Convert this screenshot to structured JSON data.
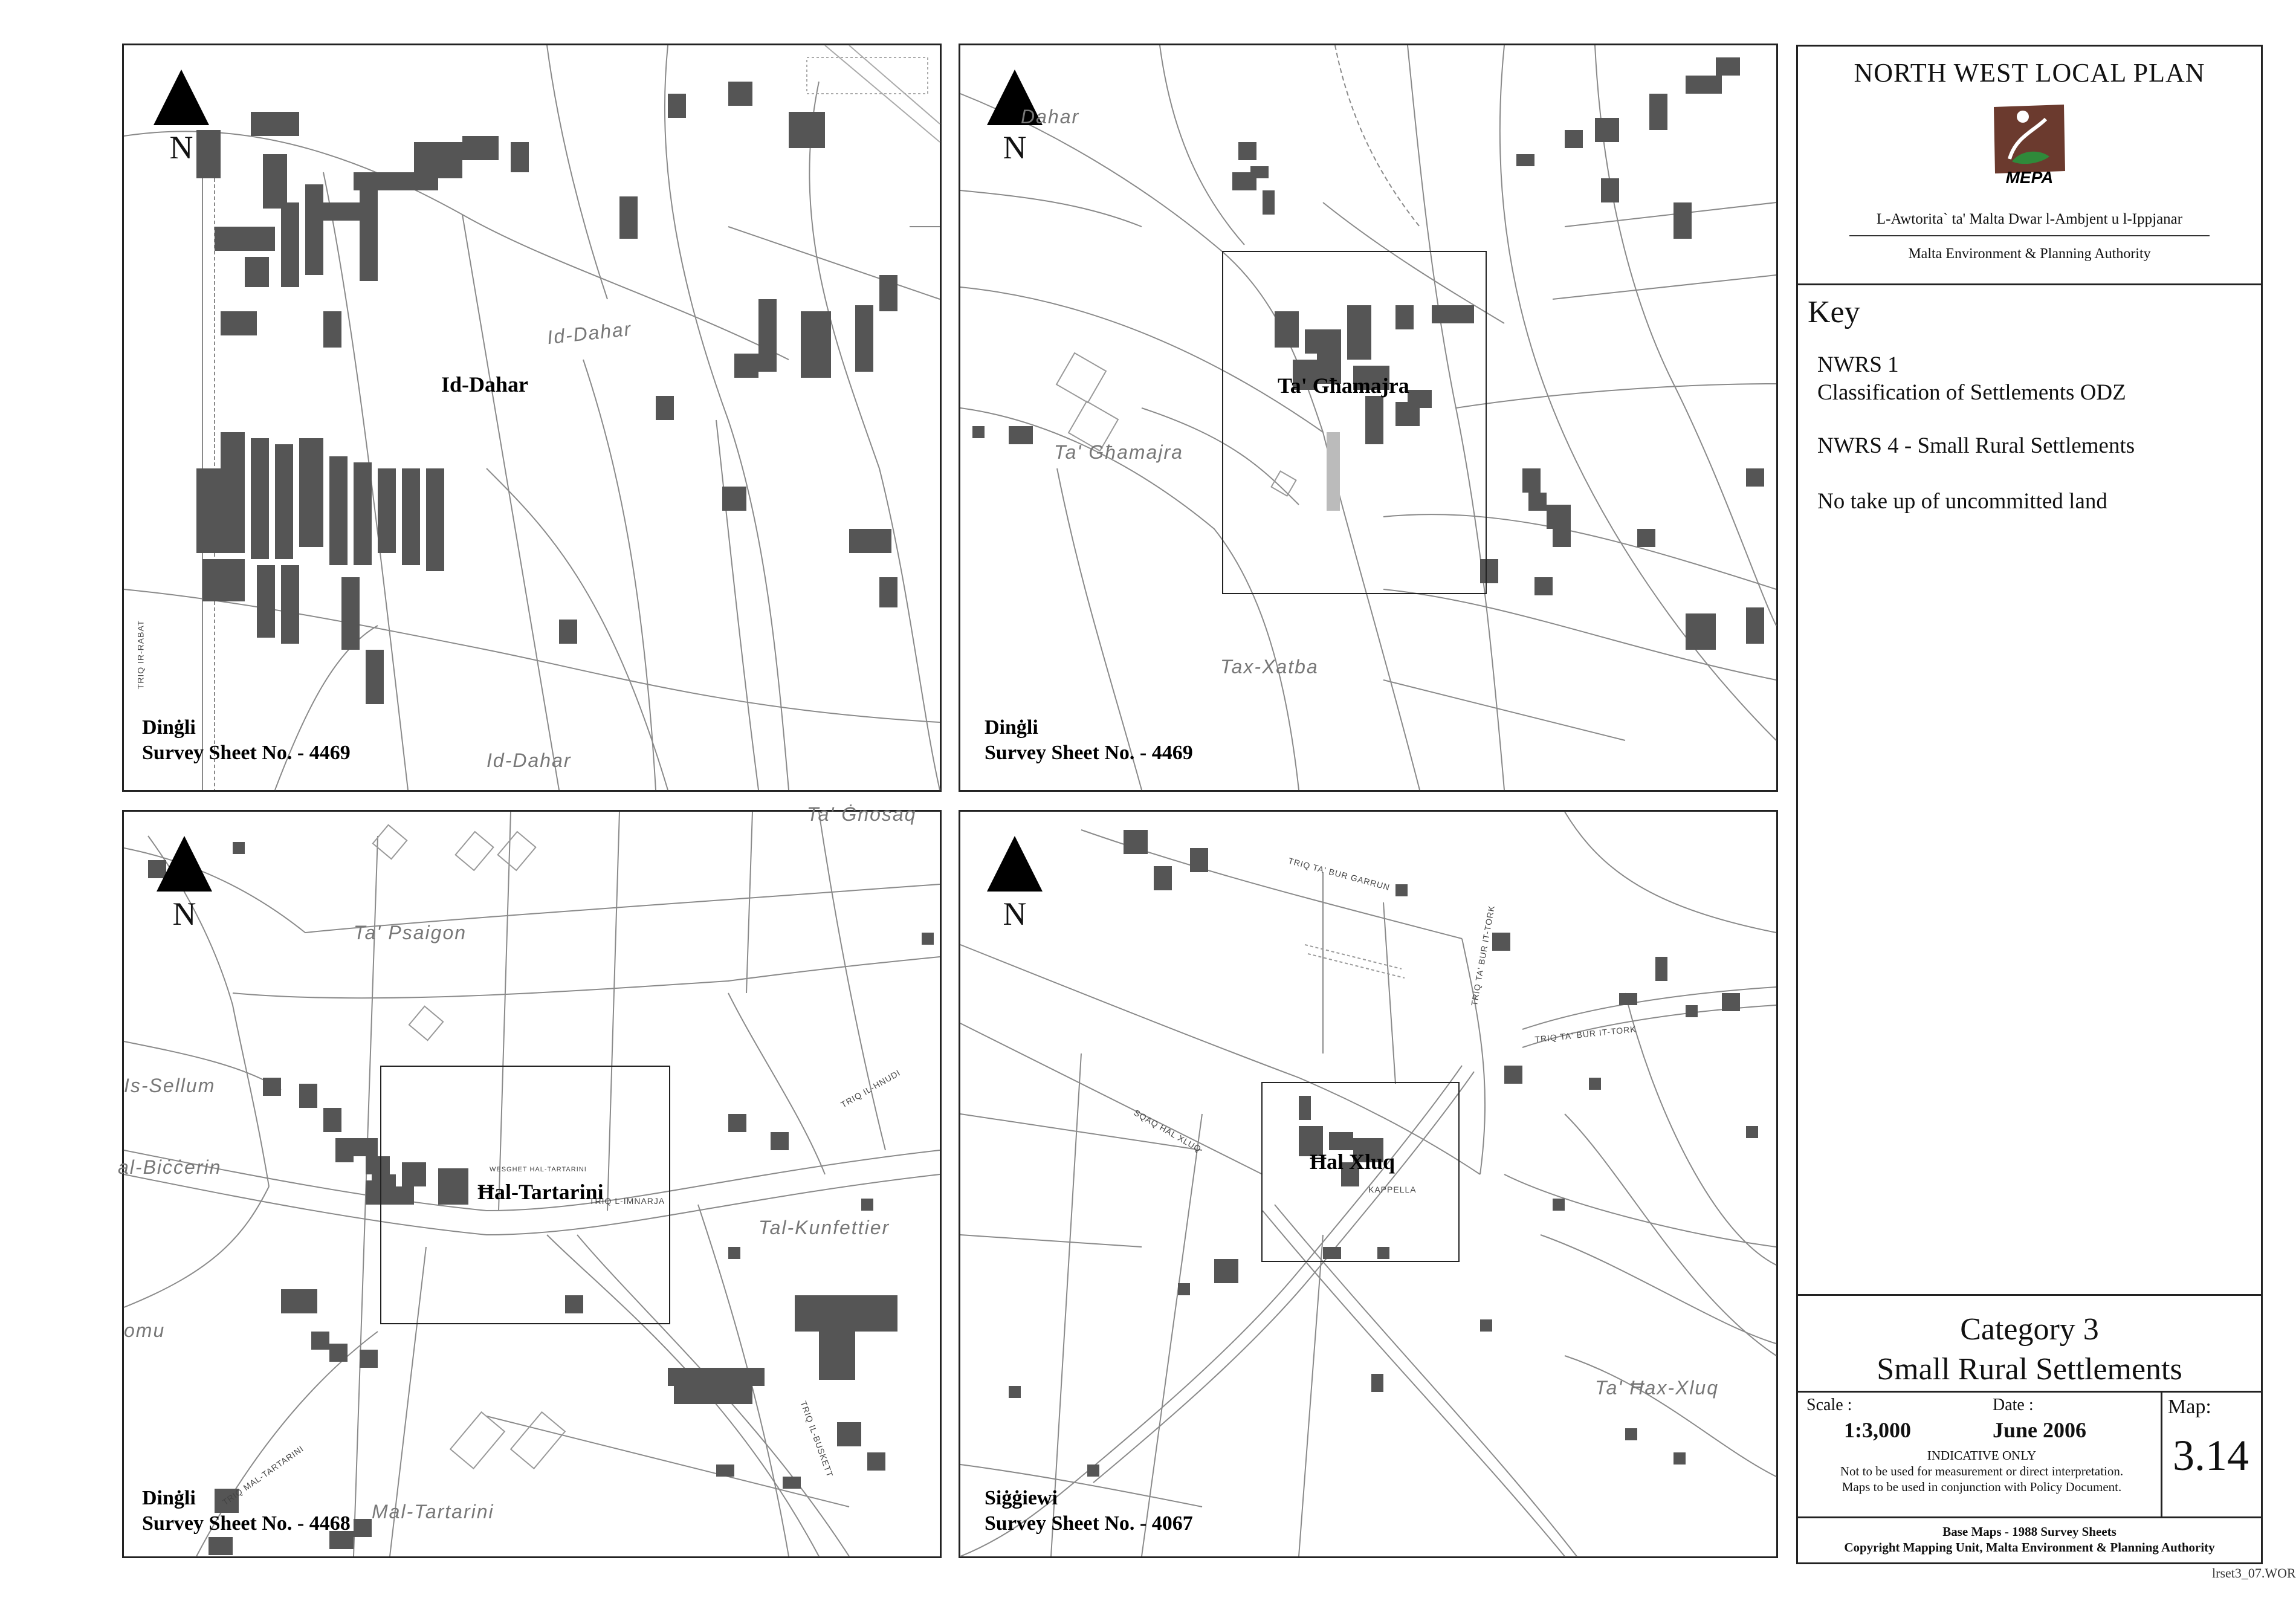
{
  "panels": [
    {
      "id": "id-dahar",
      "north": "N",
      "place": "Id-Dahar",
      "locality": "Dinġli",
      "sheet": "Survey Sheet No. - 4469",
      "map_labels": [
        "Id-Dahar",
        "Id-Dahar"
      ],
      "road_labels": [
        "TRIQ IR-RABAT"
      ]
    },
    {
      "id": "ta-ghamajra",
      "north": "N",
      "place": "Ta' Għamajra",
      "locality": "Dinġli",
      "sheet": "Survey Sheet No. - 4469",
      "map_labels": [
        "Dahar",
        "Ta' Għamajra",
        "Tax-Xatba"
      ],
      "road_labels": []
    },
    {
      "id": "hal-tartarini",
      "north": "N",
      "place": "Ħal-Tartarini",
      "locality": "Dinġli",
      "sheet": "Survey Sheet No. - 4468",
      "map_labels": [
        "Ta' Psaigon",
        "Is-Sellum",
        "al-Biċċerin",
        "Tal-Kunfettier",
        "Mal-Tartarini",
        "omu",
        "Ta' Ġnosaq"
      ],
      "road_labels": [
        "TRIQ L-IMNARJA",
        "TRIQ IL-HNUDI",
        "TRIQ MAL-TARTARINI",
        "TRIQ IL-BUSKETT",
        "WESGHET HAL-TARTARINI"
      ]
    },
    {
      "id": "hal-xluq",
      "north": "N",
      "place": "Ħal Xluq",
      "locality": "Siġġiewi",
      "sheet": "Survey Sheet No. - 4067",
      "map_labels": [
        "Ta' Ħax-Xluq"
      ],
      "road_labels": [
        "TRIQ TA' BUR GARRUN",
        "TRIQ TA' BUR IT-TORK",
        "TRIQ TA' BUR IT-TORK",
        "SQAQ HAL XLUQ",
        "KAPPELLA"
      ]
    }
  ],
  "sidebar": {
    "plan_title": "NORTH WEST LOCAL PLAN",
    "logo_text": "MEPA",
    "authority_mt": "L-Awtorita` ta' Malta Dwar l-Ambjent u l-Ippjanar",
    "authority_en": "Malta Environment & Planning Authority",
    "key_title": "Key",
    "key_items": [
      "NWRS 1",
      "Classification of Settlements ODZ",
      "NWRS 4 - Small Rural Settlements",
      "No take up of uncommitted land"
    ],
    "category_line1": "Category 3",
    "category_line2": "Small Rural Settlements",
    "scale_label": "Scale :",
    "scale_value": "1:3,000",
    "date_label": "Date :",
    "date_value": "June 2006",
    "indicative": "INDICATIVE ONLY",
    "note1": "Not to be used for measurement or direct interpretation.",
    "note2": "Maps to be used in conjunction with Policy Document.",
    "map_label": "Map:",
    "map_number": "3.14",
    "credit1": "Base Maps - 1988 Survey Sheets",
    "credit2": "Copyright Mapping Unit, Malta Environment & Planning Authority"
  },
  "file_ref": "lrset3_07.WOR",
  "colors": {
    "building": "#555555",
    "road_line": "#888888",
    "frame": "#222222",
    "logo_bg": "#6b3a2e"
  }
}
